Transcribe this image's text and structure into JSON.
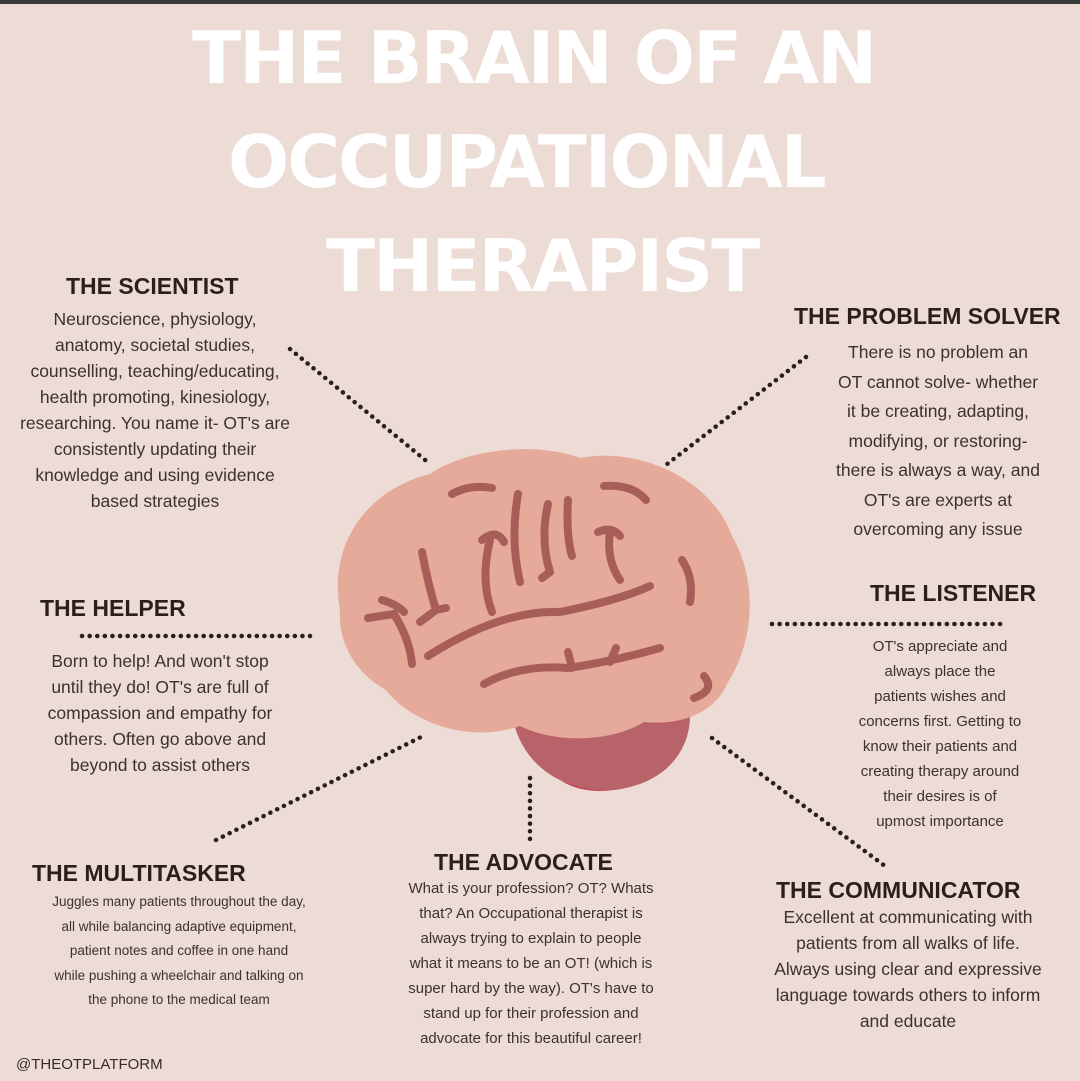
{
  "title": {
    "line1": "THE BRAIN OF AN",
    "line2": "OCCUPATIONAL",
    "line3": "THERAPIST"
  },
  "roles": {
    "scientist": {
      "heading": "THE SCIENTIST",
      "lines": [
        "Neuroscience, physiology,",
        "anatomy, societal studies,",
        "counselling, teaching/educating,",
        "health promoting, kinesiology,",
        "researching. You name it- OT's are",
        "consistently updating their",
        "knowledge and using evidence",
        "based strategies"
      ]
    },
    "problem_solver": {
      "heading": "THE PROBLEM SOLVER",
      "lines": [
        "There is no problem an",
        "OT cannot solve- whether",
        "it be creating, adapting,",
        "modifying, or restoring-",
        "there is always a way, and",
        "OT's are experts at",
        "overcoming any issue"
      ]
    },
    "helper": {
      "heading": "THE HELPER",
      "lines": [
        "Born to help! And won't stop",
        "until they do! OT's are full of",
        "compassion and empathy for",
        "others. Often go above and",
        "beyond to assist others"
      ]
    },
    "listener": {
      "heading": "THE LISTENER",
      "lines": [
        "OT's appreciate and",
        "always place the",
        "patients wishes and",
        "concerns first. Getting to",
        "know their patients and",
        "creating therapy around",
        "their desires is of",
        "upmost importance"
      ]
    },
    "multitasker": {
      "heading": "THE MULTITASKER",
      "lines": [
        "Juggles many patients throughout the day,",
        "all while balancing adaptive equipment,",
        "patient notes and coffee in one hand",
        "while pushing a wheelchair and talking on",
        "the phone to the medical team"
      ]
    },
    "advocate": {
      "heading": "THE ADVOCATE",
      "lines": [
        "What is your profession? OT? Whats",
        "that? An Occupational therapist is",
        "always trying to explain to people",
        "what it means to be an OT! (which is",
        "super hard by the way). OT's have to",
        "stand up for their profession and",
        "advocate for this beautiful career!"
      ]
    },
    "communicator": {
      "heading": "THE COMMUNICATOR",
      "lines": [
        "Excellent at communicating with",
        "patients from all walks of life.",
        "Always using clear and expressive",
        "language towards others to inform",
        "and educate"
      ]
    }
  },
  "credit": "@THEOTPLATFORM",
  "colors": {
    "background": "#ecdcd5",
    "title": "#ffffff",
    "brain": "#e6aa9a",
    "brain_folds": "#a85e58",
    "cerebellum": "#b8636a",
    "brainstem": "#c2474f",
    "dots": "#2c1e1b"
  },
  "icons": {
    "center_illustration": "brain-icon"
  }
}
